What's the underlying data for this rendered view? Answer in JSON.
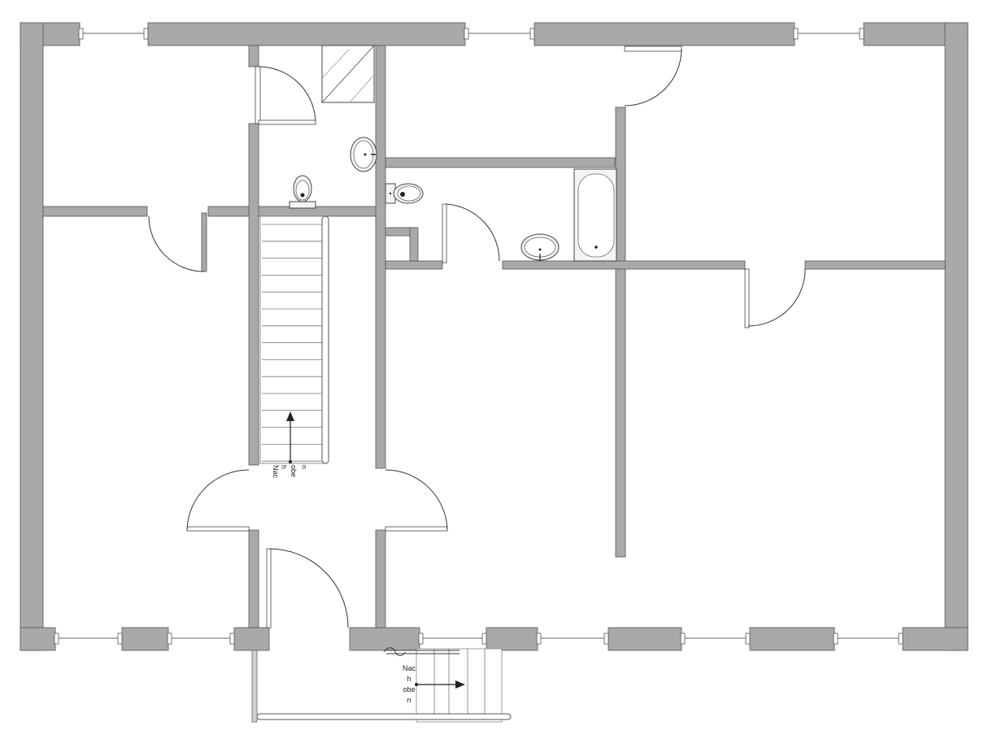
{
  "stair_labels": {
    "main_stair": [
      "Nac",
      "h",
      "obe",
      "n"
    ],
    "entrance_stair": [
      "Nac",
      "h",
      "obe",
      "n"
    ]
  },
  "colors": {
    "wall": "#a9a9a9",
    "wall_stroke": "#555555",
    "background": "#ffffff"
  }
}
